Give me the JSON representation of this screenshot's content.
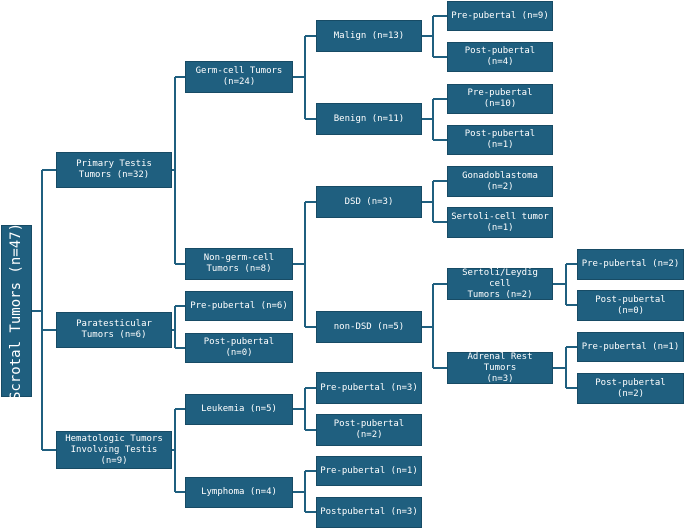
{
  "diagram": {
    "colors": {
      "box_fill": "#1f5f7f",
      "connector": "#1f5f7f",
      "text": "#ffffff"
    },
    "nodes": {
      "root": "Scrotal Tumors\n(n=47)",
      "primary": "Primary Testis\nTumors (n=32)",
      "paratesticular": "Paratesticular\nTumors (n=6)",
      "hematologic": "Hematologic Tumors\nInvolving Testis\n(n=9)",
      "germ_cell": "Germ-cell Tumors\n(n=24)",
      "non_germ_cell": "Non-germ-cell\nTumors (n=8)",
      "para_prepubertal": "Pre-pubertal (n=6)",
      "para_postpubertal": "Post-pubertal (n=0)",
      "leukemia": "Leukemia (n=5)",
      "lymphoma": "Lymphoma (n=4)",
      "malign": "Malign (n=13)",
      "benign": "Benign (n=11)",
      "dsd": "DSD   (n=3)",
      "non_dsd": "non-DSD (n=5)",
      "leuk_prepubertal": "Pre-pubertal (n=3)",
      "leuk_postpubertal": "Post-pubertal (n=2)",
      "lymph_prepubertal": "Pre-pubertal (n=1)",
      "lymph_postpubertal": "Postpubertal (n=3)",
      "malign_prepubertal": "Pre-pubertal (n=9)",
      "malign_postpubertal": "Post-pubertal (n=4)",
      "benign_prepubertal": "Pre-pubertal (n=10)",
      "benign_postpubertal": "Post-pubertal (n=1)",
      "gonadoblastoma": "Gonadoblastoma\n(n=2)",
      "sertoli_cell": "Sertoli-cell tumor\n(n=1)",
      "sertoli_leydig": "Sertoli/Leydig cell\nTumors (n=2)",
      "adrenal_rest": "Adrenal Rest Tumors\n(n=3)",
      "sl_prepubertal": "Pre-pubertal (n=2)",
      "sl_postpubertal": "Post-pubertal (n=0)",
      "ar_prepubertal": "Pre-pubertal (n=1)",
      "ar_postpubertal": "Post-pubertal (n=2)"
    }
  }
}
